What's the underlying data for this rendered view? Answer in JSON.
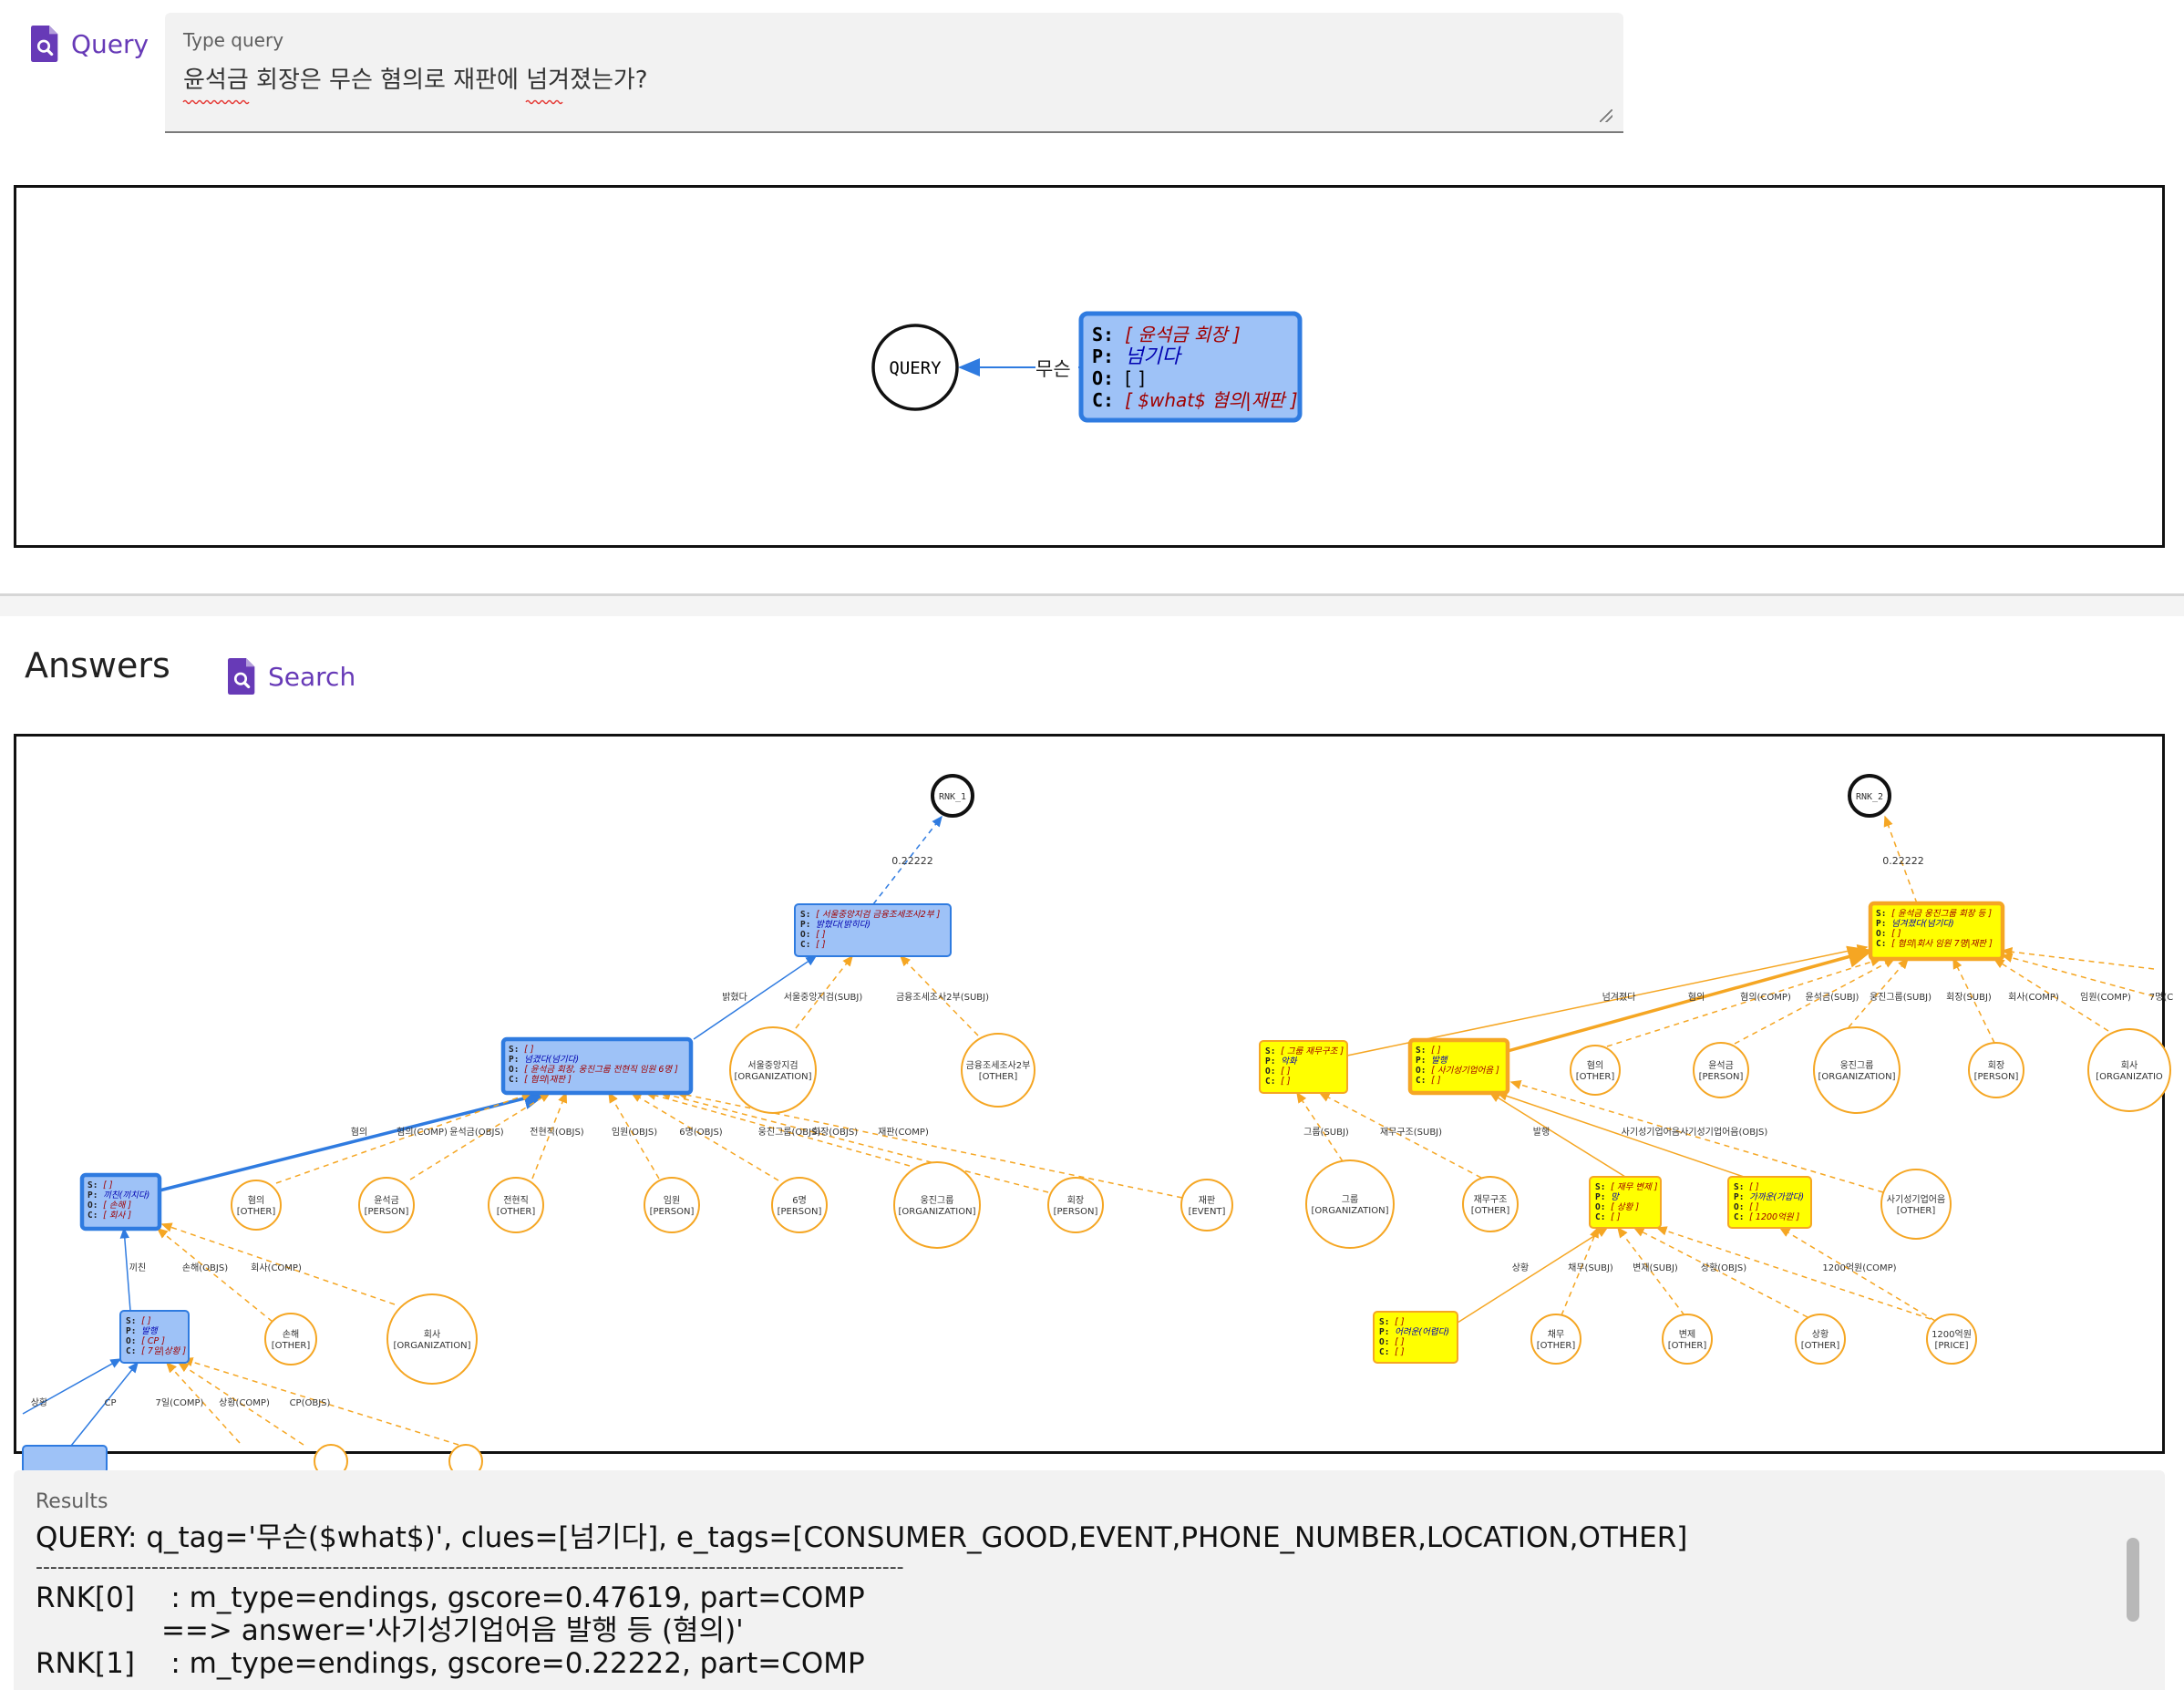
{
  "query_section": {
    "button_label": "Query",
    "input_label": "Type query",
    "input_value": "윤석금 회장은 무슨 혐의로 재판에 넘겨졌는가?"
  },
  "query_graph": {
    "query_node": "QUERY",
    "edge_label": "무슨",
    "triple": {
      "s": "[ 윤석금 회장 ]",
      "p": "넘기다",
      "o": "[ ]",
      "c": "[ $what$ 혐의|재판 ]"
    }
  },
  "answers": {
    "title": "Answers",
    "search_label": "Search"
  },
  "answer_graph": {
    "rank_nodes": [
      "RNK_1",
      "RNK_2"
    ],
    "score_labels": [
      "0.22222",
      "0.22222"
    ],
    "blue_nodes": [
      {
        "s": "[ 서울중앙지검 금융조세조사2부 ]",
        "p": "밝혔다(밝히다)",
        "o": "[ ]",
        "c": "[ ]"
      },
      {
        "s": "[ ]",
        "p": "넘겼다(넘기다)",
        "o": "[ 윤석금 회장, 웅진그룹 전현직 임원 6명 ]",
        "c": "[ 혐의|재판 ]"
      },
      {
        "s": "[ ]",
        "p": "끼친(끼치다)",
        "o": "[ 손해 ]",
        "c": "[ 회사 ]"
      },
      {
        "s": "[ ]",
        "p": "발행",
        "o": "[ CP ]",
        "c": "[ 7일|상황 ]"
      }
    ],
    "yellow_nodes": [
      {
        "s": "[ 윤석금 웅진그룹 회장 등 ]",
        "p": "넘겨졌다(넘기다)",
        "o": "[ ]",
        "c": "[ 혐의|회사 임원 7명|재판 ]"
      },
      {
        "s": "[ 그룹 재무구조 ]",
        "p": "악화",
        "o": "[ ]",
        "c": "[ ]"
      },
      {
        "s": "[ ]",
        "p": "발행",
        "o": "[ 사기성기업어음 ]",
        "c": "[ ]"
      },
      {
        "s": "[ 재무 변제 ]",
        "p": "망",
        "o": "[ 상황 ]",
        "c": "[ ]"
      },
      {
        "s": "[ ]",
        "p": "가까운(가깝다)",
        "o": "[ ]",
        "c": "[ 1200억원 ]"
      },
      {
        "s": "[ ]",
        "p": "어려운(어렵다)",
        "o": "[ ]",
        "c": "[ ]"
      }
    ],
    "entity_nodes": [
      {
        "name": "서울중앙지검",
        "type": "[ORGANIZATION]"
      },
      {
        "name": "금융조세조사2부",
        "type": "[OTHER]"
      },
      {
        "name": "혐의",
        "type": "[OTHER]"
      },
      {
        "name": "윤석금",
        "type": "[PERSON]"
      },
      {
        "name": "전현직",
        "type": "[OTHER]"
      },
      {
        "name": "임원",
        "type": "[PERSON]"
      },
      {
        "name": "6명",
        "type": "[PERSON]"
      },
      {
        "name": "웅진그룹",
        "type": "[ORGANIZATION]"
      },
      {
        "name": "회장",
        "type": "[PERSON]"
      },
      {
        "name": "재판",
        "type": "[EVENT]"
      },
      {
        "name": "손해",
        "type": "[OTHER]"
      },
      {
        "name": "회사",
        "type": "[ORGANIZATION]"
      },
      {
        "name": "그룹",
        "type": "[ORGANIZATION]"
      },
      {
        "name": "재무구조",
        "type": "[OTHER]"
      },
      {
        "name": "혐의",
        "type": "[OTHER]"
      },
      {
        "name": "윤석금",
        "type": "[PERSON]"
      },
      {
        "name": "웅진그룹",
        "type": "[ORGANIZATION]"
      },
      {
        "name": "회장",
        "type": "[PERSON]"
      },
      {
        "name": "회사",
        "type": "[ORGANIZATIO"
      },
      {
        "name": "사기성기업어음",
        "type": "[OTHER]"
      },
      {
        "name": "채무",
        "type": "[OTHER]"
      },
      {
        "name": "변제",
        "type": "[OTHER]"
      },
      {
        "name": "상황",
        "type": "[OTHER]"
      },
      {
        "name": "1200억원",
        "type": "[PRICE]"
      }
    ],
    "edge_labels": [
      "밝혔다",
      "서울중앙지검(SUBJ)",
      "금융조세조사2부(SUBJ)",
      "혐의",
      "혐의(COMP)",
      "윤석금(OBJS)",
      "전현직(OBJS)",
      "임원(OBJS)",
      "6명(OBJS)",
      "웅진그룹(OBJS)",
      "회장(OBJS)",
      "재판(COMP)",
      "끼친",
      "손해(OBJS)",
      "회사(COMP)",
      "상황",
      "CP",
      "7일(COMP)",
      "상황(COMP)",
      "CP(OBJS)",
      "넘겨졌다",
      "혐의",
      "혐의(COMP)",
      "윤석금(SUBJ)",
      "웅진그룹(SUBJ)",
      "회장(SUBJ)",
      "회사(COMP)",
      "임원(COMP)",
      "7명(C",
      "그룹(SUBJ)",
      "재무구조(SUBJ)",
      "발행",
      "사기성기업어음사기성기업어음(OBJS)",
      "상황",
      "채무(SUBJ)",
      "변제(SUBJ)",
      "상황(OBJS)",
      "1200억원(COMP)"
    ]
  },
  "results": {
    "label": "Results",
    "lines": [
      "QUERY: q_tag='무슨($what$)', clues=[넘기다], e_tags=[CONSUMER_GOOD,EVENT,PHONE_NUMBER,LOCATION,OTHER]",
      "------------------------------------------------------------------------------------------------------------------------",
      "RNK[0]    : m_type=endings, gscore=0.47619, part=COMP",
      "              ==> answer='사기성기업어음 발행 등 (혐의)'",
      "RNK[1]    : m_type=endings, gscore=0.22222, part=COMP"
    ]
  },
  "colors": {
    "accent": "#673ab7",
    "blue_node_fill": "#9ec2f7",
    "blue_node_stroke": "#2f7be0",
    "yellow_node_fill": "#ffff00",
    "orange_stroke": "#f5a623",
    "dark_red_text": "#a00000",
    "dark_blue_text": "#0000b0"
  },
  "icons": {
    "query_icon": "document-search-icon",
    "search_icon": "document-search-icon"
  }
}
